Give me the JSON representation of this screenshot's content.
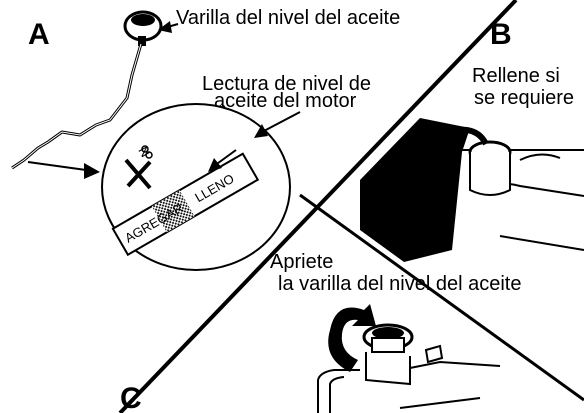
{
  "panels": {
    "a": {
      "letter": "A",
      "dipstick_label": "Varilla del nivel del aceite",
      "reading_label_line1": "Lectura de nivel de",
      "reading_label_line2": "aceite del motor",
      "scale_low": "AGREGAR",
      "scale_high": "LLENO",
      "scale_mid": "N"
    },
    "b": {
      "letter": "B",
      "refill_line1": "Rellene si",
      "refill_line2": "se requiere"
    },
    "c": {
      "letter": "C",
      "tighten_line1": "Apriete",
      "tighten_line2": "la varilla del nivel del aceite"
    }
  },
  "colors": {
    "ink": "#000000",
    "paper": "#ffffff"
  }
}
